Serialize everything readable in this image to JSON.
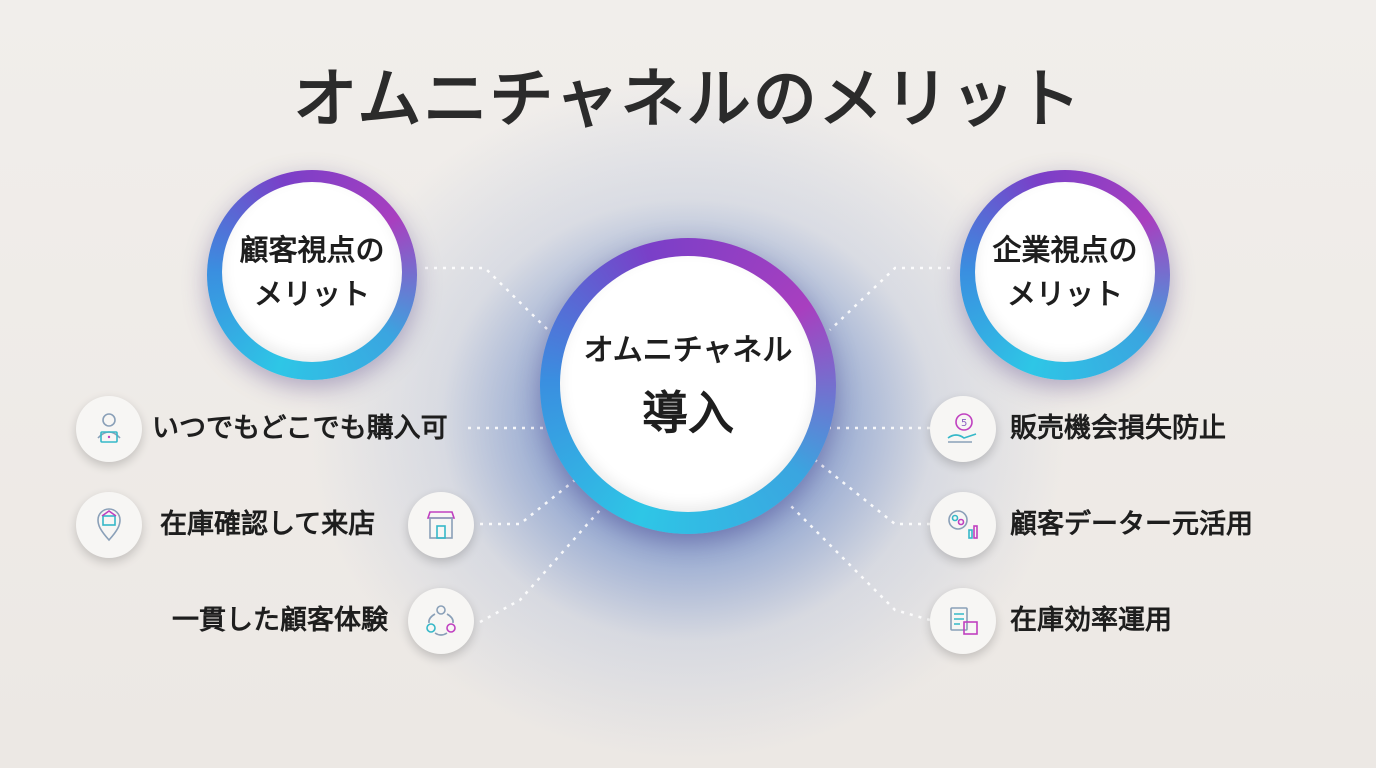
{
  "title": "オムニチャネルのメリット",
  "hub": {
    "line1": "オムニチャネル",
    "line2": "導入"
  },
  "customer": {
    "heading_line1": "顧客視点の",
    "heading_line2": "メリット",
    "items": [
      {
        "label": "いつでもどこでも購入可",
        "icon": "person-laptop-icon"
      },
      {
        "label": "在庫確認して来店",
        "icon": "map-pin-icon",
        "icon2": "storefront-icon"
      },
      {
        "label": "一貫した顧客体験",
        "icon": "people-cycle-icon"
      }
    ]
  },
  "business": {
    "heading_line1": "企業視点の",
    "heading_line2": "メリット",
    "items": [
      {
        "label": "販売機会損失防止",
        "icon": "coin-hand-icon"
      },
      {
        "label": "顧客データー元活用",
        "icon": "data-analytics-icon"
      },
      {
        "label": "在庫効率運用",
        "icon": "inventory-clipboard-icon"
      }
    ]
  },
  "colors": {
    "accent_cyan": "#2ec6e6",
    "accent_purple": "#8a3fc4",
    "hub_glow": "#283ca0"
  }
}
